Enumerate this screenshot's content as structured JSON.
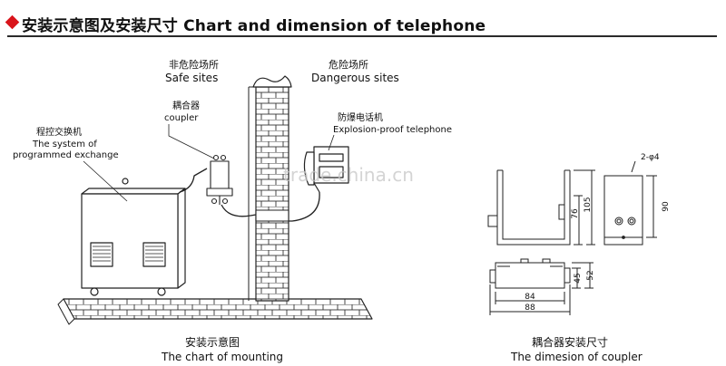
{
  "header": {
    "title": "安装示意图及安装尺寸 Chart and dimension of telephone",
    "accent_color": "#d9141b"
  },
  "mounting": {
    "safe_cn": "非危险场所",
    "safe_en": "Safe sites",
    "danger_cn": "危险场所",
    "danger_en": "Dangerous sites",
    "coupler_cn": "耦合器",
    "coupler_en": "coupler",
    "telephone_cn": "防爆电话机",
    "telephone_en": "Explosion-proof telephone",
    "exchange_cn": "程控交换机",
    "exchange_en_1": "The system of",
    "exchange_en_2": "programmed exchange",
    "watermark": "trade.china.cn",
    "caption_cn": "安装示意图",
    "caption_en": "The chart of mounting"
  },
  "dimension": {
    "hole_label": "2-φ4",
    "dim_76": "76",
    "dim_105": "105",
    "dim_90": "90",
    "dim_45": "45",
    "dim_52": "52",
    "dim_84": "84",
    "dim_88": "88",
    "caption_cn": "耦合器安装尺寸",
    "caption_en": "The dimesion of coupler"
  }
}
